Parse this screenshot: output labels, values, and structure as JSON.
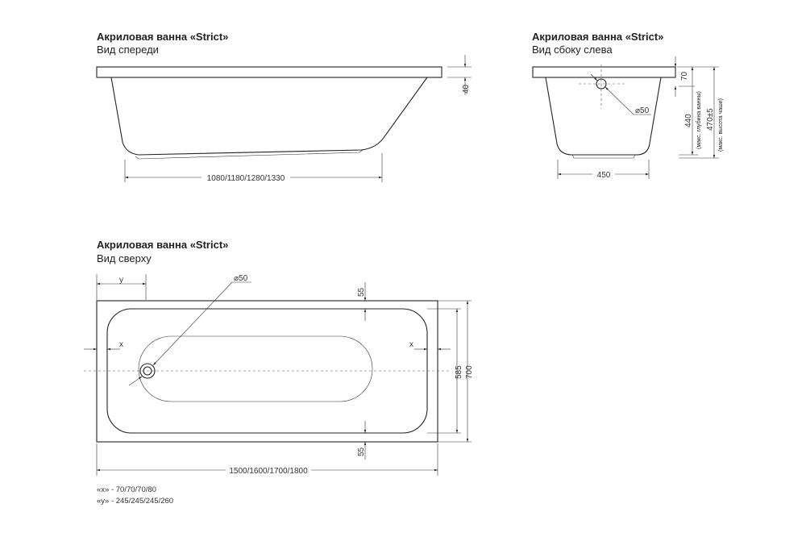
{
  "front_view": {
    "title": "Акриловая ванна «Strict»",
    "subtitle": "Вид спереди",
    "dim_height": "40",
    "dim_length": "1080/1180/1280/1330"
  },
  "side_view": {
    "title": "Акриловая ванна «Strict»",
    "subtitle": "Вид сбоку слева",
    "dim_rim": "70",
    "dim_depth": "440",
    "dim_depth_note": "(макс. глубина ванны)",
    "dim_height": "470±5",
    "dim_height_note": "(макс. высота чаши)",
    "dim_drain": "⌀50",
    "dim_width": "450"
  },
  "top_view": {
    "title": "Акриловая ванна «Strict»",
    "subtitle": "Вид сверху",
    "dim_drain": "⌀50",
    "dim_y": "y",
    "dim_x_left": "x",
    "dim_x_right": "x",
    "dim_top_margin": "55",
    "dim_bottom_margin": "55",
    "dim_inner_width": "585",
    "dim_outer_width": "700",
    "dim_length": "1500/1600/1700/1800"
  },
  "notes": [
    "«x» - 70/70/70/80",
    "«y» - 245/245/245/260"
  ]
}
